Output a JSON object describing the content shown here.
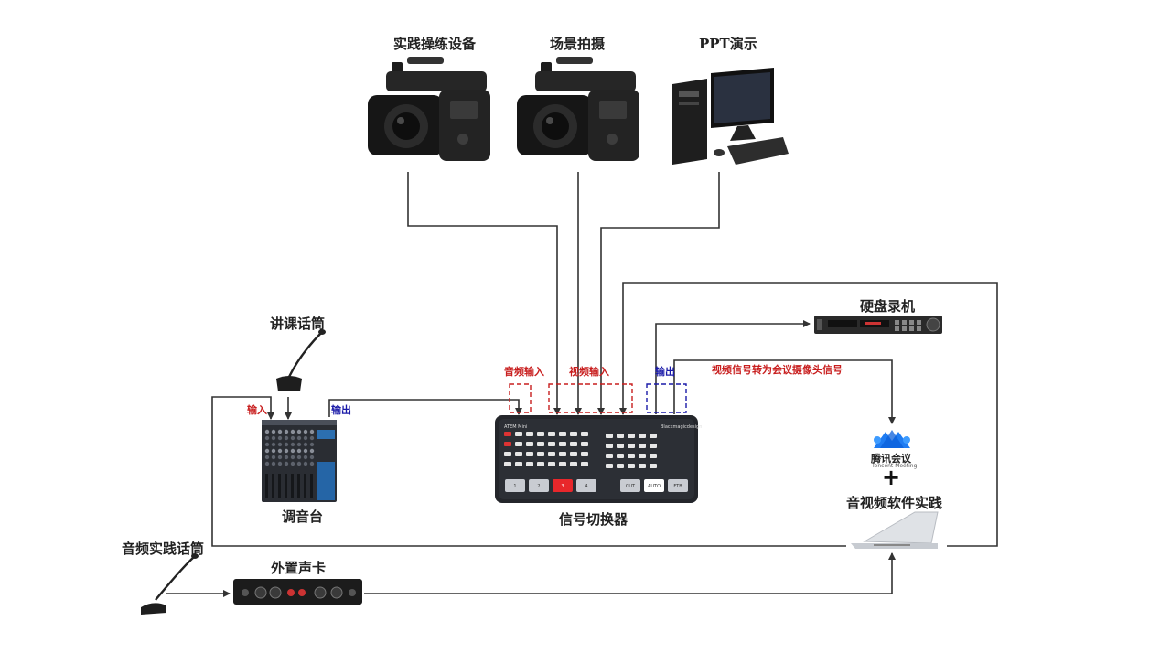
{
  "devices": {
    "camera_practice": "实践操练设备",
    "camera_scene": "场景拍摄",
    "ppt_pc": "PPT演示",
    "hdd_recorder": "硬盘录机",
    "lecture_mic": "讲课话筒",
    "mixer": "调音台",
    "switcher": "信号切换器",
    "av_software": "音视频软件实践",
    "audio_mic": "音频实践话筒",
    "sound_card": "外置声卡"
  },
  "port_labels": {
    "mixer_input": "输入",
    "mixer_output": "输出",
    "switcher_audio_in": "音频输入",
    "switcher_video_in": "视频输入",
    "switcher_output": "输出",
    "webcam_conversion": "视频信号转为会议摄像头信号"
  },
  "tencent_meeting": {
    "name_cn": "腾讯会议",
    "name_en": "Tencent Meeting",
    "plus": "+"
  },
  "switcher_panel": {
    "model": "ATEM Mini",
    "brand": "Blackmagicdesign",
    "inputs": [
      "1",
      "2",
      "3",
      "4"
    ],
    "buttons": [
      "CUT",
      "AUTO",
      "FTB"
    ]
  },
  "colors": {
    "line": "#333333",
    "audio_in": "#c81e1e",
    "video_in": "#c81e1e",
    "output": "#1a1aa8",
    "tencent_blue": "#1f7cf2"
  }
}
